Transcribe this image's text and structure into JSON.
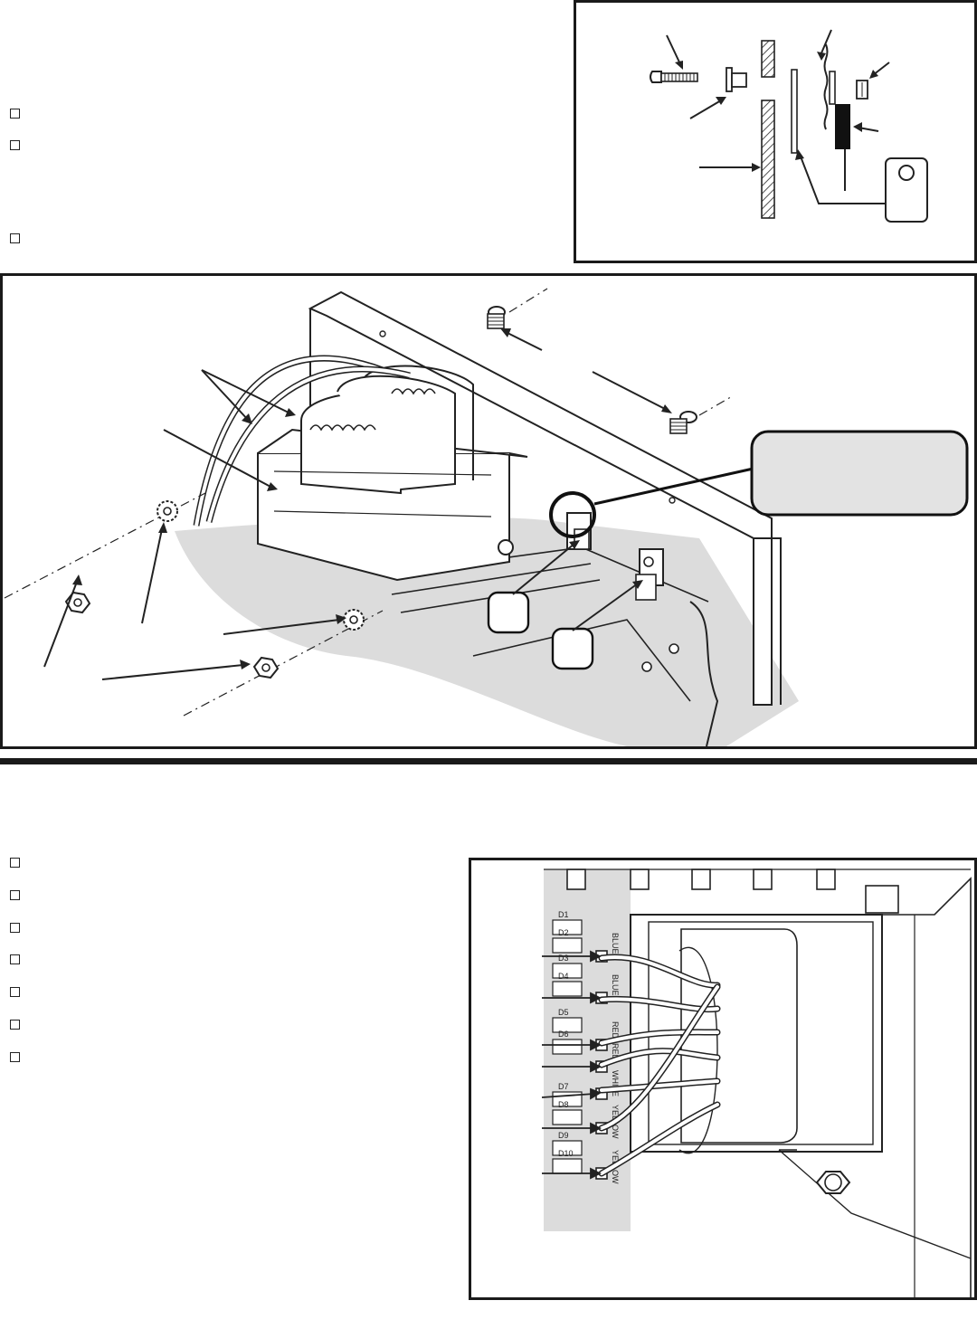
{
  "top_checklist": {
    "items": [
      {
        "checked": false
      },
      {
        "checked": false
      },
      {
        "checked": false
      }
    ]
  },
  "bottom_checklist": {
    "items": [
      {
        "checked": false
      },
      {
        "checked": false
      },
      {
        "checked": false
      },
      {
        "checked": false
      },
      {
        "checked": false
      },
      {
        "checked": false
      },
      {
        "checked": false
      }
    ]
  },
  "transformer_wiring": {
    "diode_labels": [
      "D1",
      "D2",
      "D3",
      "D4",
      "D5",
      "D6",
      "D7",
      "D8",
      "D9",
      "D10"
    ],
    "wire_colors": [
      "BLUE",
      "BLUE",
      "RED",
      "RED",
      "WHITE",
      "YELLOW",
      "YELLOW"
    ]
  },
  "colors": {
    "line": "#1a1a1a",
    "callout_fill": "#e3e3e3",
    "board_fill": "#dcdcdc"
  }
}
